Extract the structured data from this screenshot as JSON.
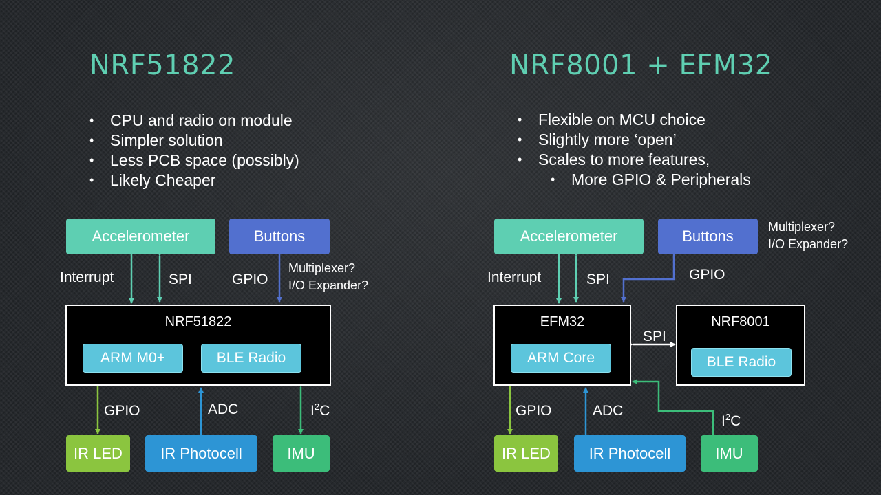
{
  "left": {
    "title": "NRF51822",
    "bullets": [
      "CPU and radio on module",
      "Simpler solution",
      "Less PCB space (possibly)",
      "Likely Cheaper"
    ],
    "blocks": {
      "accelerometer": "Accelerometer",
      "buttons": "Buttons",
      "chip": "NRF51822",
      "cpu": "ARM M0+",
      "radio": "BLE Radio",
      "ir_led": "IR LED",
      "photocell": "IR Photocell",
      "imu": "IMU"
    },
    "labels": {
      "interrupt": "Interrupt",
      "spi": "SPI",
      "gpio_top": "GPIO",
      "expander_note": [
        "Multiplexer?",
        "I/O Expander?"
      ],
      "gpio_bottom": "GPIO",
      "adc": "ADC",
      "i2c_base": "I",
      "i2c_sup": "2",
      "i2c_tail": "C"
    }
  },
  "right": {
    "title": "NRF8001 + EFM32",
    "bullets": [
      "Flexible on MCU choice",
      "Slightly more ‘open’",
      "Scales to more features,",
      "More GPIO & Peripherals"
    ],
    "blocks": {
      "accelerometer": "Accelerometer",
      "buttons": "Buttons",
      "mcu": "EFM32",
      "cpu": "ARM Core",
      "radio_chip": "NRF8001",
      "radio": "BLE Radio",
      "ir_led": "IR LED",
      "photocell": "IR Photocell",
      "imu": "IMU"
    },
    "labels": {
      "interrupt": "Interrupt",
      "spi": "SPI",
      "gpio_top": "GPIO",
      "expander_note": [
        "Multiplexer?",
        "I/O Expander?"
      ],
      "spi_link": "SPI",
      "gpio_bottom": "GPIO",
      "adc": "ADC",
      "i2c_base": "I",
      "i2c_sup": "2",
      "i2c_tail": "C"
    }
  },
  "colors": {
    "title": "#5fcfb2",
    "accelerometer": "#5ecfb2",
    "buttons": "#5270cf",
    "ir_led": "#8bc53f",
    "photocell": "#2d95d5",
    "imu": "#3cbd7a",
    "inner_block": "#5cc5dc"
  }
}
